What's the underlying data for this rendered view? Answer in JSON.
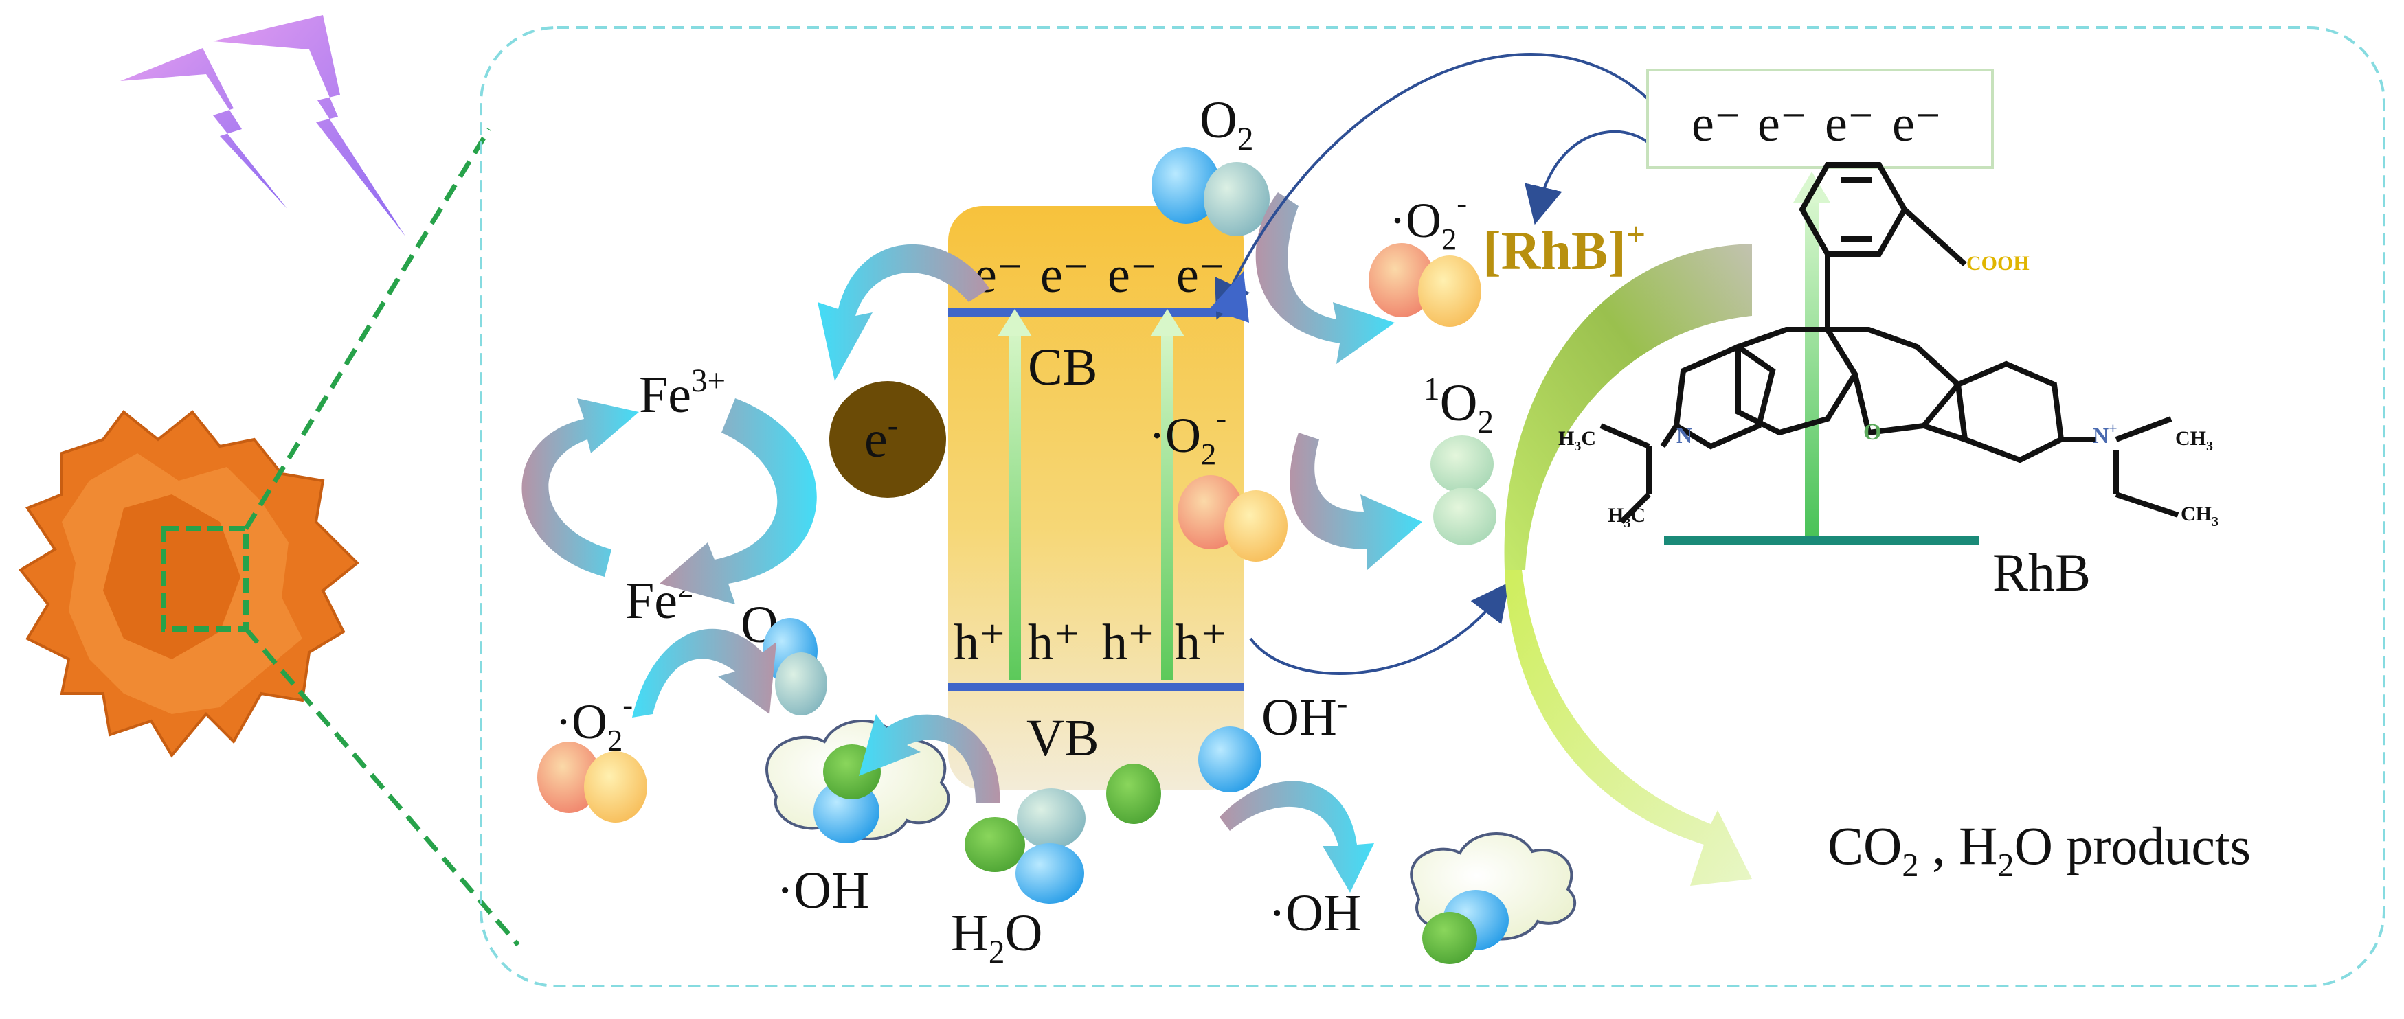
{
  "labels": {
    "cb": "CB",
    "vb": "VB",
    "electron": "e⁻",
    "hole": "h⁺",
    "electron_small": "e",
    "electron_small_sign": "-",
    "fe3_base": "Fe",
    "fe3_sup": "3+",
    "fe2_base": "Fe",
    "fe2_sup": "2+",
    "o2_base": "O",
    "o2_sub": "2",
    "superoxide_base": "·O",
    "superoxide_sub": "2",
    "superoxide_sup": "-",
    "singlet_sup": "1",
    "singlet_base": "O",
    "singlet_sub": "2",
    "rhb_cation": "[RhB]",
    "rhb_cation_sup": "+",
    "hydroxyl_radical": "·OH",
    "hydroxide_base": "OH",
    "hydroxide_sup": "-",
    "water_h": "H",
    "water_sub": "2",
    "water_o": "O",
    "rhb": "RhB",
    "products_co": "CO",
    "products_sub1": "2",
    "products_mid": " , H",
    "products_sub2": "2",
    "products_end": "O products"
  },
  "molecule": {
    "cooh": "COOH",
    "o_ring": "O",
    "n_left": "N",
    "n_right": "N",
    "n_right_sup": "+",
    "h3c_top_h": "H",
    "h3c_top_sub": "3",
    "h3c_top_c": "C",
    "h3c_bot_h": "H",
    "h3c_bot_sub": "3",
    "h3c_bot_c": "C",
    "ch3_top_c": "CH",
    "ch3_top_sub": "3",
    "ch3_bot_c": "CH",
    "ch3_bot_sub": "3"
  },
  "colors": {
    "semiconductor_top": "#f7c642",
    "semiconductor_bottom": "#f4ebd3",
    "band_line": "#3f66c9",
    "excitation_arrow": "#7dd67a",
    "cycle_arrow_cyan": "#47d9f5",
    "cycle_arrow_mauve": "#b592a6",
    "electron_ball": "#6b4b06",
    "rhb_cation_text": "#b8900f",
    "cooh_text": "#e0b500",
    "bond_line": "#1a8a78",
    "lightning": "#b56cf0",
    "flower": "#e8761f",
    "dashed_frame": "#86dbe0",
    "zoom_line": "#27a24a"
  }
}
